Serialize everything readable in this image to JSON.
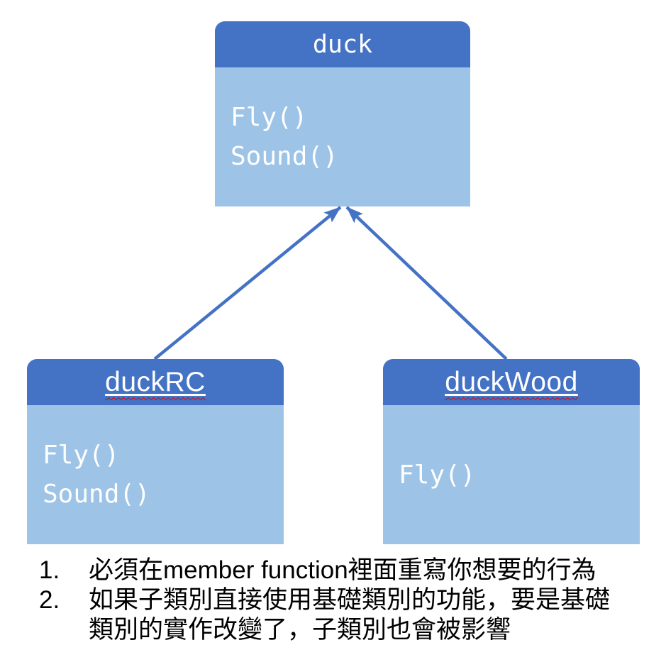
{
  "diagram": {
    "classes": [
      {
        "title": "duck",
        "methods": [
          "Fly()",
          "Sound()"
        ]
      },
      {
        "title": "duckRC",
        "methods": [
          "Fly()",
          "Sound()"
        ]
      },
      {
        "title": "duckWood",
        "methods": [
          "Fly()"
        ]
      }
    ],
    "colors": {
      "header": "#4472C4",
      "body": "#9DC3E6",
      "arrow": "#4472C4",
      "squiggle": "#E00000"
    }
  },
  "notes": {
    "items": [
      {
        "number": "1.",
        "text": "必須在member function裡面重寫你想要的行為"
      },
      {
        "number": "2.",
        "text": "如果子類別直接使用基礎類別的功能，要是基礎類別的實作改變了，子類別也會被影響"
      }
    ]
  }
}
